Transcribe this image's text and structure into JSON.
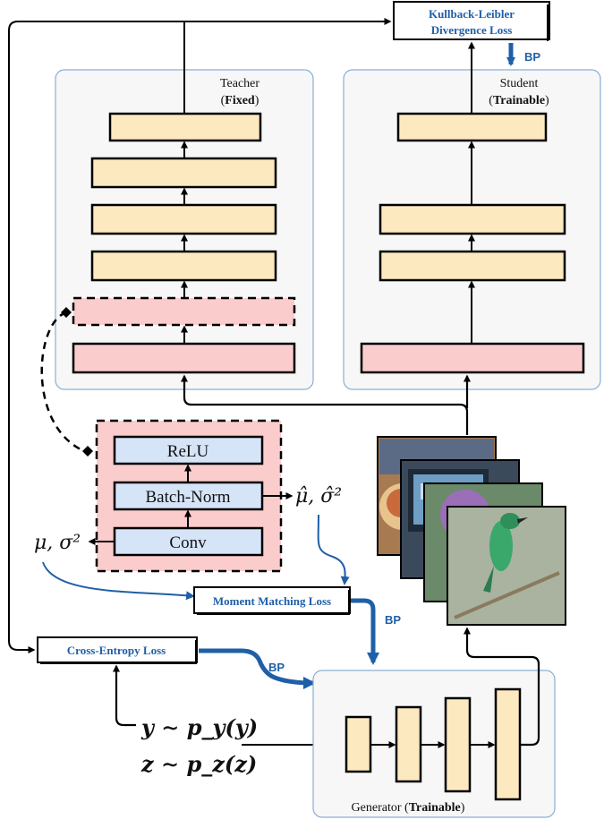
{
  "teacher": {
    "label": "Teacher",
    "status": "(Fixed)",
    "status_bold": "Fixed"
  },
  "student": {
    "label": "Student",
    "status": "(Trainable)",
    "status_bold": "Trainable"
  },
  "generator": {
    "label": "Generator",
    "status": "Trainable"
  },
  "losses": {
    "kl_line1": "Kullback-Leibler",
    "kl_line2": "Divergence Loss",
    "moment": "Moment Matching Loss",
    "cross_entropy": "Cross-Entropy Loss"
  },
  "bn_block": {
    "relu": "ReLU",
    "batch_norm": "Batch-Norm",
    "conv": "Conv"
  },
  "stats": {
    "estimated": "μ̂, σ̂²",
    "running": "μ, σ²"
  },
  "inputs": {
    "y": "y ∼ p_y(y)",
    "z": "z ∼ p_z(z)"
  },
  "bp_labels": {
    "kl": "BP",
    "moment": "BP",
    "cross_entropy": "BP"
  },
  "images": [
    "pizza",
    "screen",
    "thistle flower",
    "bird"
  ],
  "colors": {
    "layer_orange": "#fde9c0",
    "layer_pink": "#fbcccc",
    "bn_box_blue": "#d6e4f7",
    "panel_bg": "#f7f7f7",
    "panel_border": "#8aaed6",
    "bp_blue": "#1f5fa8"
  }
}
